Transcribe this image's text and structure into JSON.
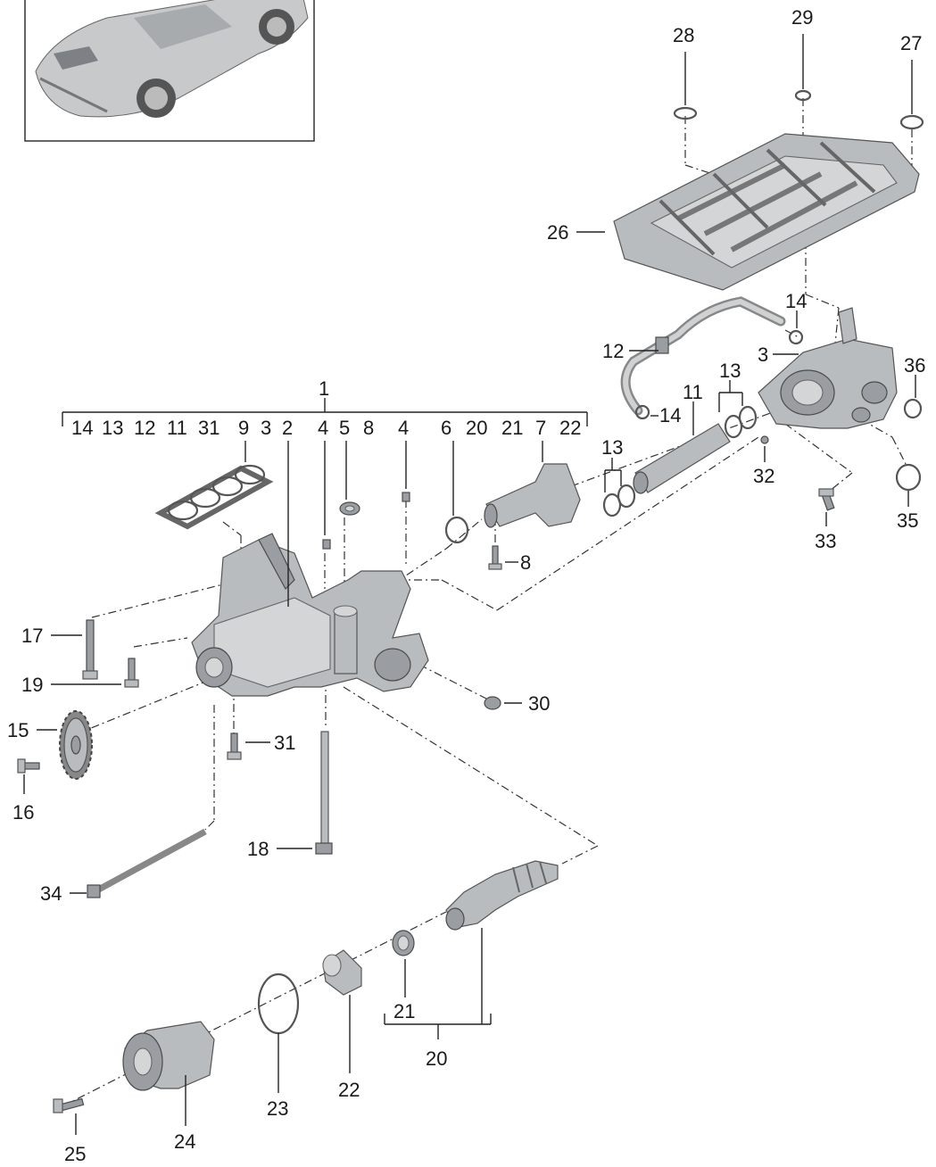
{
  "group_label": "1",
  "group_items": [
    "14",
    "13",
    "12",
    "11",
    "31",
    "9",
    "3",
    "2",
    "4",
    "5",
    "8",
    "4",
    "6",
    "20",
    "21",
    "7",
    "22"
  ],
  "callouts": {
    "c2": "2",
    "c3": "3",
    "c4": "4",
    "c5": "5",
    "c6": "6",
    "c7": "7",
    "c8": "8",
    "c9": "9",
    "c11": "11",
    "c12": "12",
    "c13a": "13",
    "c13b": "13",
    "c14a": "14",
    "c14b": "14",
    "c15": "15",
    "c16": "16",
    "c17": "17",
    "c18": "18",
    "c19": "19",
    "c20": "20",
    "c21": "21",
    "c22": "22",
    "c23": "23",
    "c24": "24",
    "c25": "25",
    "c26": "26",
    "c27": "27",
    "c28": "28",
    "c29": "29",
    "c30": "30",
    "c31": "31",
    "c32": "32",
    "c33": "33",
    "c34": "34",
    "c35": "35",
    "c36": "36"
  }
}
